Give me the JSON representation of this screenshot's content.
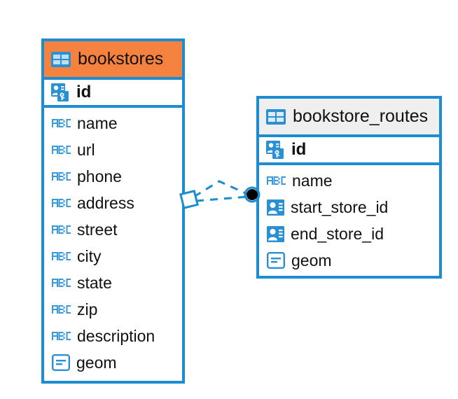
{
  "diagram": {
    "type": "entity-relationship-diagram",
    "colors": {
      "border": "#1b8dd0",
      "header_highlight": "#f5823f",
      "header_default": "#efefef",
      "icon_blue": "#2b8fd4",
      "icon_abc_blue": "#3a9ad9",
      "endpoint_fill": "#000000",
      "background": "#ffffff"
    },
    "entities": [
      {
        "name": "bookstores",
        "header_style": "highlighted",
        "primary_key": {
          "label": "id",
          "icon": "primary-key-icon"
        },
        "fields": [
          {
            "label": "name",
            "icon": "abc-icon",
            "type": "text"
          },
          {
            "label": "url",
            "icon": "abc-icon",
            "type": "text"
          },
          {
            "label": "phone",
            "icon": "abc-icon",
            "type": "text"
          },
          {
            "label": "address",
            "icon": "abc-icon",
            "type": "text"
          },
          {
            "label": "street",
            "icon": "abc-icon",
            "type": "text"
          },
          {
            "label": "city",
            "icon": "abc-icon",
            "type": "text"
          },
          {
            "label": "state",
            "icon": "abc-icon",
            "type": "text"
          },
          {
            "label": "zip",
            "icon": "abc-icon",
            "type": "text"
          },
          {
            "label": "description",
            "icon": "abc-icon",
            "type": "text"
          },
          {
            "label": "geom",
            "icon": "geometry-icon",
            "type": "geometry"
          }
        ]
      },
      {
        "name": "bookstore_routes",
        "header_style": "default",
        "primary_key": {
          "label": "id",
          "icon": "primary-key-icon"
        },
        "fields": [
          {
            "label": "name",
            "icon": "abc-icon",
            "type": "text"
          },
          {
            "label": "start_store_id",
            "icon": "foreign-key-icon",
            "type": "reference"
          },
          {
            "label": "end_store_id",
            "icon": "foreign-key-icon",
            "type": "reference"
          },
          {
            "label": "geom",
            "icon": "geometry-icon",
            "type": "geometry"
          }
        ]
      }
    ],
    "relationship": {
      "source_entity": "bookstores",
      "target_entity": "bookstore_routes",
      "source_marker": "diamond",
      "target_marker": "filled-circle",
      "line_style": "dashed",
      "connection_count": 2
    }
  }
}
